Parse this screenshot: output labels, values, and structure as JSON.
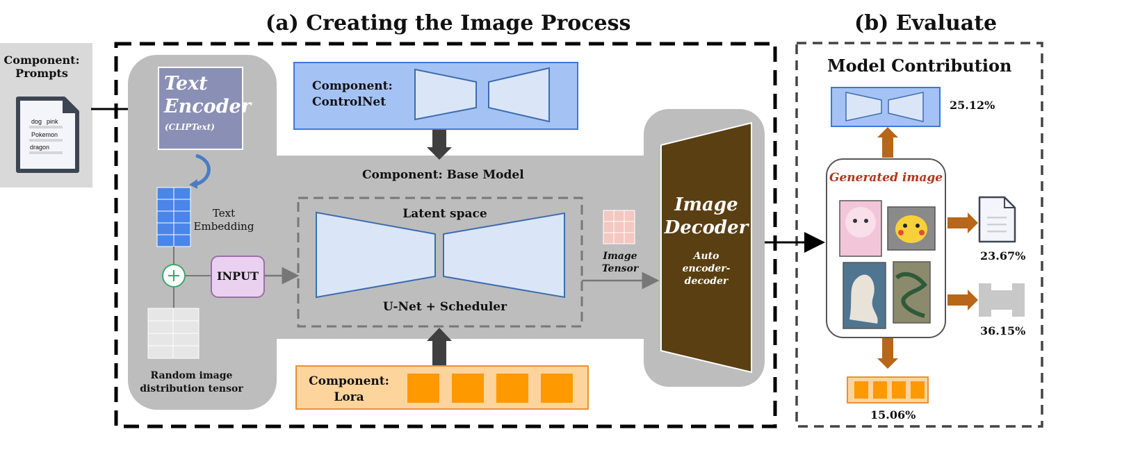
{
  "titles": {
    "part_a": "(a) Creating the Image Process",
    "part_b": "(b) Evaluate"
  },
  "prompts": {
    "label": "Component:\nPrompts",
    "words": [
      "dog",
      "pink",
      "Pokemon",
      "dragon"
    ]
  },
  "text_encoder": {
    "title": "Text\nEncoder",
    "subtitle": "(CLIPText)"
  },
  "text_embedding": "Text\nEmbedding",
  "input_label": "INPUT",
  "random_tensor": "Random image\ndistribution tensor",
  "controlnet": "Component:\nControlNet",
  "base_model": "Component: Base Model",
  "latent_space": "Latent space",
  "unet": "U-Net + Scheduler",
  "image_tensor": "Image\nTensor",
  "lora": "Component:\nLora",
  "image_decoder": {
    "title": "Image\nDecoder",
    "subtitle": "Auto\nencoder-decoder"
  },
  "evaluate": {
    "heading": "Model Contribution",
    "generated": "Generated image",
    "pct_controlnet": "25.12%",
    "pct_prompts": "23.67%",
    "pct_base": "36.15%",
    "pct_lora": "15.06%"
  },
  "colors": {
    "blue_box": "#a4c2f4",
    "orange_box": "#fdd49c",
    "orange_block": "#ff9900",
    "encoder": "#8a8fb5",
    "decoder": "#5a3f12",
    "arrow_orange": "#b8671a",
    "gray_panel": "#bdbdbd"
  }
}
